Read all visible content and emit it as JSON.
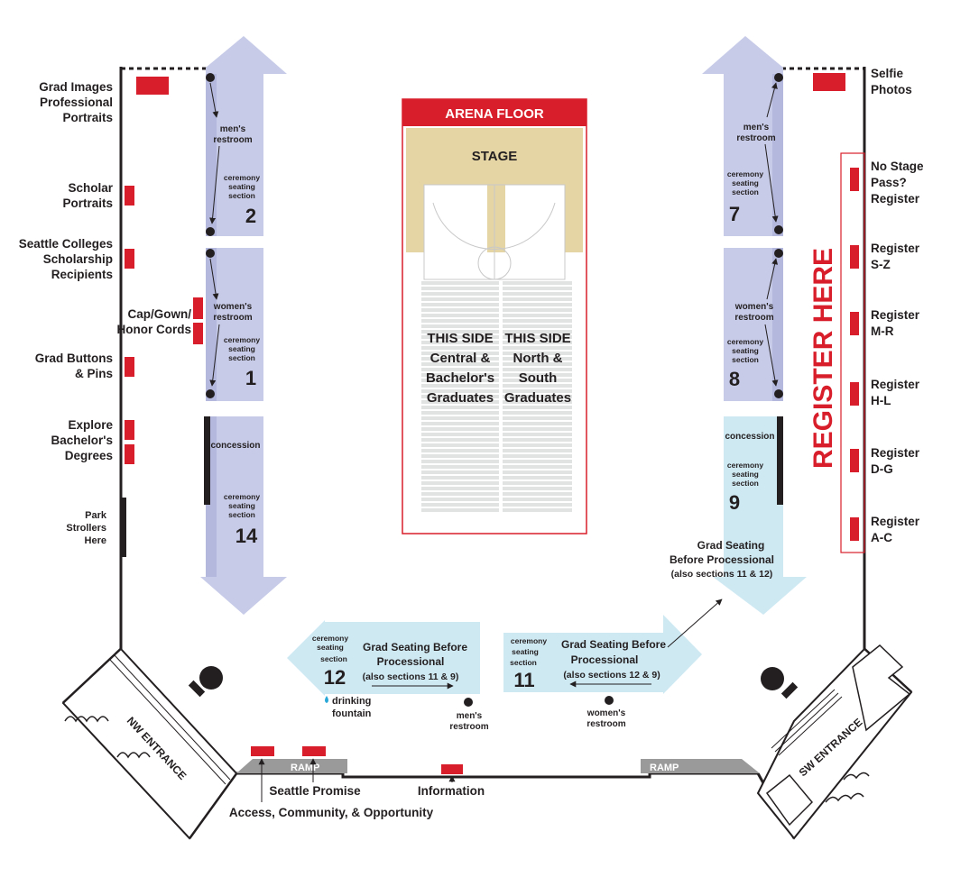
{
  "colors": {
    "red": "#d81e2a",
    "lavender": "#c7cbe8",
    "lavender_dark": "#b3b8dc",
    "light_blue": "#cfe9f3",
    "tan": "#e5d5a4",
    "gray": "#9a9a9a",
    "bleacher": "#e1e2e2",
    "black": "#231f20"
  },
  "arena": {
    "title": "ARENA FLOOR",
    "stage": "STAGE",
    "left_side": [
      "THIS SIDE",
      "Central &",
      "Bachelor's",
      "Graduates"
    ],
    "right_side": [
      "THIS SIDE",
      "North &",
      "South",
      "Graduates"
    ]
  },
  "sections": {
    "s2": {
      "number": "2",
      "text": [
        "ceremony",
        "seating",
        "section"
      ]
    },
    "s1": {
      "number": "1",
      "text": [
        "ceremony",
        "seating",
        "section"
      ]
    },
    "s14": {
      "number": "14",
      "text": [
        "ceremony",
        "seating",
        "section"
      ]
    },
    "s7": {
      "number": "7",
      "text": [
        "ceremony",
        "seating",
        "section"
      ]
    },
    "s8": {
      "number": "8",
      "text": [
        "ceremony",
        "seating",
        "section"
      ]
    },
    "s9": {
      "number": "9",
      "text": [
        "ceremony",
        "seating",
        "section"
      ]
    },
    "s12": {
      "number": "12",
      "text": [
        "ceremony",
        "seating",
        "section"
      ]
    },
    "s11": {
      "number": "11",
      "text": [
        "ceremony",
        "seating",
        "section"
      ]
    }
  },
  "restrooms": {
    "mens": [
      "men's",
      "restroom"
    ],
    "womens": [
      "women's",
      "restroom"
    ]
  },
  "concession": "concession",
  "grad_seating": {
    "s12": [
      "Grad Seating Before",
      "Processional",
      "(also sections 11 & 9)"
    ],
    "s11": [
      "Grad Seating Before",
      "Processional",
      "(also sections 12 & 9)"
    ],
    "s9": [
      "Grad Seating",
      "Before Processional",
      "(also sections 11 & 12)"
    ]
  },
  "left_stations": {
    "grad_images": [
      "Grad Images",
      "Professional",
      "Portraits"
    ],
    "scholar": [
      "Scholar",
      "Portraits"
    ],
    "scholarship": [
      "Seattle Colleges",
      "Scholarship",
      "Recipients"
    ],
    "cap_gown": [
      "Cap/Gown/",
      "Honor Cords"
    ],
    "buttons": [
      "Grad Buttons",
      "& Pins"
    ],
    "explore": [
      "Explore",
      "Bachelor's",
      "Degrees"
    ],
    "strollers": [
      "Park",
      "Strollers",
      "Here"
    ]
  },
  "right_stations": {
    "selfie": [
      "Selfie",
      "Photos"
    ],
    "no_stage": [
      "No Stage",
      "Pass?",
      "Register"
    ],
    "sz": [
      "Register",
      "S-Z"
    ],
    "mr": [
      "Register",
      "M-R"
    ],
    "hl": [
      "Register",
      "H-L"
    ],
    "dg": [
      "Register",
      "D-G"
    ],
    "ac": [
      "Register",
      "A-C"
    ]
  },
  "register_here": "REGISTER HERE",
  "entrances": {
    "nw": "NW ENTRANCE",
    "sw": "SW ENTRANCE"
  },
  "ramp": "RAMP",
  "drinking_fountain": [
    "drinking",
    "fountain"
  ],
  "bottom": {
    "seattle_promise": "Seattle Promise",
    "access": "Access, Community, & Opportunity",
    "information": "Information"
  },
  "icons": [
    "camera-icon",
    "arrow-icon",
    "restroom-dot-icon",
    "water-drop-icon"
  ]
}
